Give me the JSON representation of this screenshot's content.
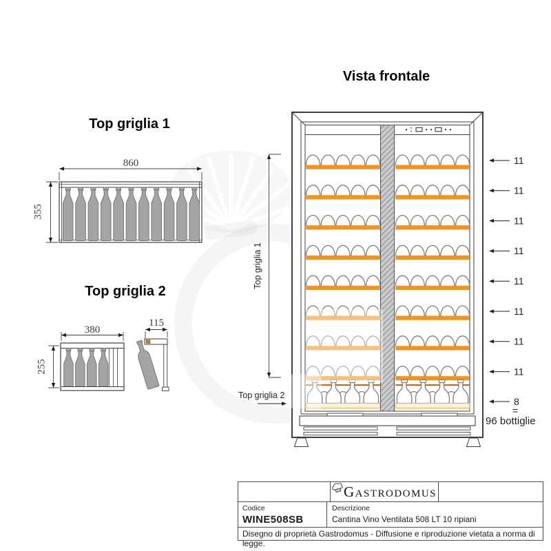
{
  "titles": {
    "front_view": "Vista frontale",
    "grid1": "Top griglia 1",
    "grid2": "Top griglia 2"
  },
  "grid1": {
    "width_mm": "860",
    "depth_mm": "355",
    "bottles": 11
  },
  "grid2": {
    "width_mm": "380",
    "depth_mm": "255",
    "side_width_mm": "115",
    "bottles": 4,
    "empty_slots": 3
  },
  "front": {
    "row_counts": [
      "11",
      "11",
      "11",
      "11",
      "11",
      "11",
      "11",
      "11"
    ],
    "bottom_count": "8",
    "arcs_per_side": 5,
    "bottom_bottles_per_side": 4,
    "span_label": "Top griglia 1",
    "bottom_pointer_label": "Top griglia 2",
    "equals_sign": "=",
    "total": "96 bottiglie"
  },
  "colors": {
    "shelf_orange": "#F0941F",
    "shelf_orange_dark": "#BC6E1E",
    "platform_fill": "#FDF1DD",
    "platform_border": "#EFA94A",
    "bottle_gray": "#A4A4A6",
    "bottle_gray_stroke": "#6E7072",
    "line": "#3E3E40",
    "arc_stroke": "#7B7D7F",
    "hatch_bg": "#C9CACC",
    "hatch_line": "#86888A"
  },
  "title_block": {
    "brand": "Gastrodomus",
    "code_label": "Codice",
    "code": "WINE508SB",
    "description_label": "Descrizione",
    "description": "Cantina Vino Ventilata 508 LT 10 ripiani",
    "notice": "Disegno di proprietà Gastrodomus - Diffusione e riproduzione vietata a norma di legge."
  }
}
